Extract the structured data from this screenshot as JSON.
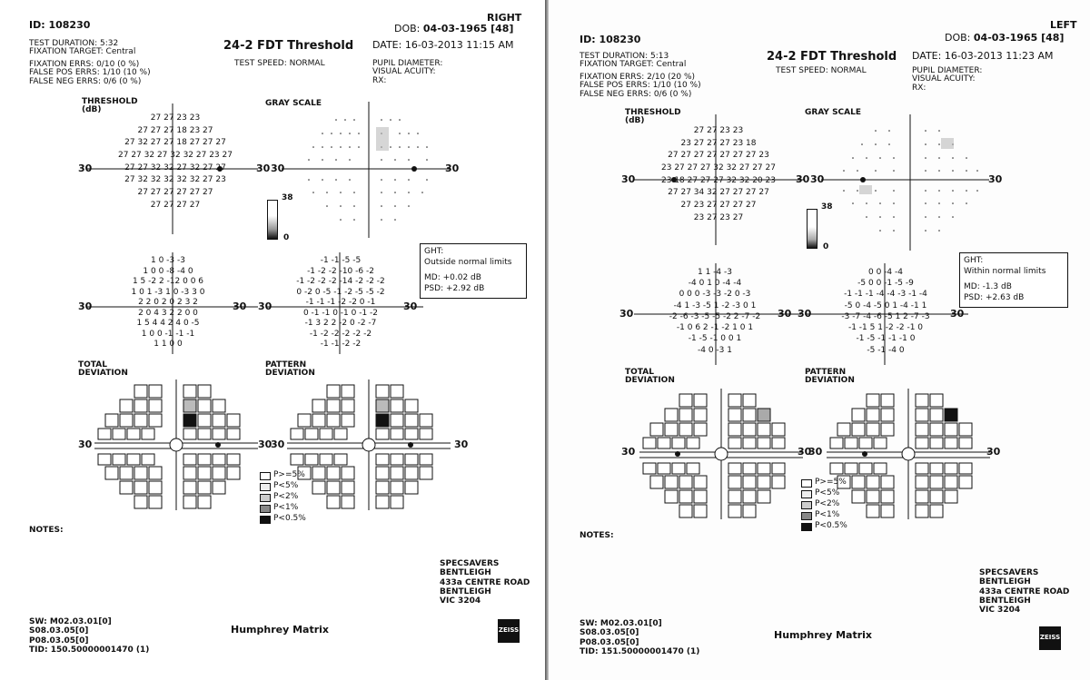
{
  "right": {
    "id": "ID: 108230",
    "eye": "RIGHT",
    "dob_label": "DOB:",
    "dob": "04-03-1965 [48]",
    "test_duration": "TEST DURATION:  5:32",
    "fixation_target": "FIXATION TARGET:  Central",
    "fixation_errs": "FIXATION ERRS:  0/10 (0 %)",
    "false_pos": "FALSE POS ERRS:  1/10 (10 %)",
    "false_neg": "FALSE NEG ERRS:  0/6 (0 %)",
    "test_name": "24-2 FDT Threshold",
    "test_speed": "TEST SPEED: NORMAL",
    "date": "DATE: 16-03-2013 11:15 AM",
    "pupil": "PUPIL DIAMETER:",
    "acuity": "VISUAL ACUITY:",
    "rx": "RX:",
    "threshold_label": "THRESHOLD",
    "db_label": "(dB)",
    "grayscale_label": "GRAY SCALE",
    "scale_max": "38",
    "scale_min": "0",
    "ght_label": "GHT:",
    "ght_result": "Outside normal limits",
    "md": "MD:  +0.02  dB",
    "psd": "PSD: +2.92  dB",
    "total_dev_label_1": "TOTAL",
    "total_dev_label_2": "DEVIATION",
    "pattern_dev_label_1": "PATTERN",
    "pattern_dev_label_2": "DEVIATION",
    "threshold_rows": [
      "27 27    23 23",
      "27 27 27    18 23 27",
      "27 32 27 27    18 27 27 27",
      "27 27 32 27 32    32 27 23 27",
      "27 27 32 32    27 32 27 27",
      "27 32 32 32    32 32 27 23",
      "27 27 27    27 27 27",
      "27 27    27 27"
    ],
    "td_rows": [
      "1 0    -3 -3",
      "1 0 0    -8 -4 0",
      "1 5 -2 2    -12 0 0 6",
      "1 0 1 -3 1    0 -3 3 0",
      "2 2 0 2    0 2 3 2",
      "2 0 4 3    2 2 0 0",
      "1 5 4 4    2 4 0 -5",
      "1 0 0    -1 -1 -1",
      "1 1    0 0"
    ],
    "pd_rows": [
      "-1 -1    -5 -5",
      "-1 -2 -2    -10 -6 -2",
      "-1 -2 -2 -2    -14 -2 -2 -2",
      "0 -2 0 -5 -1    -2 -5 -5 -2",
      "-1 -1 -1 -2    -2 0 -1",
      "0 -1 -1 0    -1 0 -1 -2",
      "-1 3 2 2    -2 0 -2 -7",
      "-1 -2 -2    -2 -2 -2",
      "-1 -1    -2 -2"
    ],
    "notes": "NOTES:",
    "address": [
      "SPECSAVERS",
      "BENTLEIGH",
      "433a CENTRE ROAD",
      "BENTLEIGH",
      "VIC 3204"
    ],
    "sw": [
      "SW: M02.03.01[0]",
      "S08.03.05[0]",
      "P08.03.05[0]",
      "TID: 150.50000001470 (1)"
    ],
    "device": "Humphrey Matrix",
    "logo": "ZEISS"
  },
  "left": {
    "id": "ID: 108230",
    "eye": "LEFT",
    "dob_label": "DOB:",
    "dob": "04-03-1965 [48]",
    "test_duration": "TEST DURATION:  5:13",
    "fixation_target": "FIXATION TARGET:  Central",
    "fixation_errs": "FIXATION ERRS:  2/10 (20 %)",
    "false_pos": "FALSE POS ERRS:  1/10 (10 %)",
    "false_neg": "FALSE NEG ERRS:  0/6 (0 %)",
    "test_name": "24-2 FDT Threshold",
    "test_speed": "TEST SPEED: NORMAL",
    "date": "DATE: 16-03-2013 11:23 AM",
    "pupil": "PUPIL DIAMETER:",
    "acuity": "VISUAL ACUITY:",
    "rx": "RX:",
    "threshold_label": "THRESHOLD",
    "db_label": "(dB)",
    "grayscale_label": "GRAY SCALE",
    "scale_max": "38",
    "scale_min": "0",
    "ght_label": "GHT:",
    "ght_result": "Within normal limits",
    "md": "MD:   -1.3  dB",
    "psd": "PSD: +2.63  dB",
    "total_dev_label_1": "TOTAL",
    "total_dev_label_2": "DEVIATION",
    "pattern_dev_label_1": "PATTERN",
    "pattern_dev_label_2": "DEVIATION",
    "threshold_rows": [
      "27 27    23 23",
      "23 27 27    27 23 18",
      "27 27 27 27    27 27 27 23",
      "23 27 27 27    32 32 27 27 27",
      "23 18 27 27    27 32 32 20 23",
      "27 27 34 32    27 27 27 27",
      "27 23 27    27 27 27",
      "23 27    23 27"
    ],
    "td_rows": [
      "1 1    -4 -3",
      "-4 0 1    0 -4 -4",
      "0 0 0 -3    -3 -2 0 -3",
      "-4 1 -3 -5    1 -2 -3 0 1",
      "-2 -6 -3 -5    -5 -2 2 -7 -2",
      "-1 0 6 2    -1 -2 1 0 1",
      "-1 -5 -1    0 0 1",
      "-4 0    -3 1"
    ],
    "pd_rows": [
      "0 0    -4 -4",
      "-5 0 0    -1 -5 -9",
      "-1 -1 -1 -4    -4 -3 -1 -4",
      "-5 0 -4 -5    0 1 -4 -1 1",
      "-3 -7 -4 -6    -5 1 2 -7 -3",
      "-1 -1 5 1    -2 -2 -1 0",
      "-1 -5 -1    -1 -1 0",
      "-5 -1    -4 0"
    ],
    "notes": "NOTES:",
    "address": [
      "SPECSAVERS",
      "BENTLEIGH",
      "433a CENTRE ROAD",
      "BENTLEIGH",
      "VIC 3204"
    ],
    "sw": [
      "SW: M02.03.01[0]",
      "S08.03.05[0]",
      "P08.03.05[0]",
      "TID: 151.50000001470 (1)"
    ],
    "device": "Humphrey Matrix",
    "logo": "ZEISS"
  },
  "axis_tick": "30",
  "legend": [
    "P>=5%",
    "P<5%",
    "P<2%",
    "P<1%",
    "P<0.5%"
  ]
}
